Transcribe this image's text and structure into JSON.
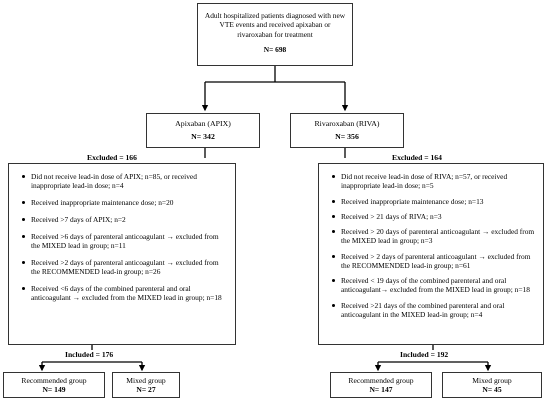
{
  "top": {
    "text": "Adult hospitalized patients diagnosed with new VTE events and received apixaban or rivaroxaban for treatment",
    "n": "N= 698"
  },
  "apix": {
    "name": "Apixaban (APIX)",
    "n": "N= 342"
  },
  "riva": {
    "name": "Rivaroxaban (RIVA)",
    "n": "N= 356"
  },
  "left": {
    "excluded_label": "Excluded = 166",
    "items": [
      "Did not receive lead-in dose of APIX; n=85, or received inappropriate lead-in dose; n=4",
      "Received inappropriate maintenance dose; n=20",
      "Received >7 days of APIX; n=2",
      "Received >6 days of parenteral anticoagulant → excluded from the MIXED lead in group; n=11",
      "Received >2 days of parenteral anticoagulant → excluded from the RECOMMENDED lead-in group; n=26",
      "Received <6 days of the combined parenteral and oral anticoagulant → excluded from the MIXED lead in group; n=18"
    ],
    "included_label": "Included = 176",
    "groups": [
      {
        "name": "Recommended group",
        "n": "N= 149"
      },
      {
        "name": "Mixed group",
        "n": "N= 27"
      }
    ]
  },
  "right": {
    "excluded_label": "Excluded = 164",
    "items": [
      "Did not receive lead-in dose of RIVA; n=57, or received inappropriate lead-in dose; n=5",
      "Received inappropriate maintenance dose; n=13",
      "Received > 21 days of RIVA; n=3",
      "Received > 20 days of parenteral anticoagulant → excluded from the MIXED lead in group; n=3",
      "Received > 2 days of parenteral anticoagulant → excluded from the RECOMMENDED lead-in group; n=61",
      "Received < 19 days of the combined parenteral and oral anticoagulant→ excluded from the MIXED lead in group; n=18",
      "Received >21 days of the combined parenteral and oral anticoagulant in the MIXED lead-in group; n=4"
    ],
    "included_label": "Included = 192",
    "groups": [
      {
        "name": "Recommended group",
        "n": "N= 147"
      },
      {
        "name": "Mixed group",
        "n": "N= 45"
      }
    ]
  }
}
